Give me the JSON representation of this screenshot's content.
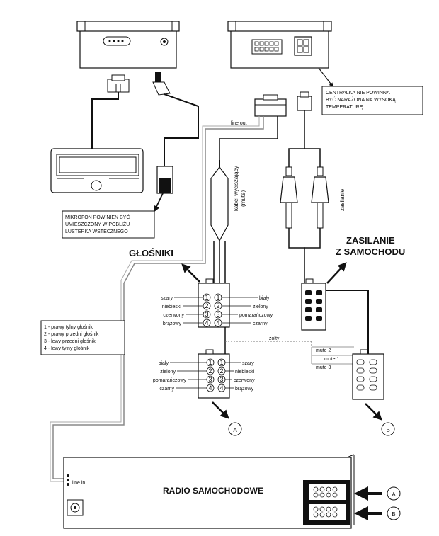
{
  "notes": {
    "centralka": [
      "CENTRALKA  NIE  POWINNA",
      "BYĆ NARAŻONA NA WYSOKĄ",
      "TEMPERATURĘ"
    ],
    "mikrofon": [
      "MIKROFON POWINIEN BYĆ",
      "UMIESZCZONY W POBLIŻU",
      "LUSTERKA WSTECZNEGO"
    ]
  },
  "labels": {
    "line_out": "line out",
    "kabel": [
      "kabel wyciszający",
      "(mute)"
    ],
    "zasilanie_vertical": "zasilanie",
    "glosniki": "GŁOŚNIKI",
    "zasilanie_z_samochodu": [
      "ZASILANIE",
      "Z SAMOCHODU"
    ],
    "zolty": "żółty",
    "mute_2": "mute 2",
    "mute_1": "mute 1",
    "mute_3": "mute 3",
    "line_in": "line in",
    "radio": "RADIO SAMOCHODOWE",
    "marker_a": "A",
    "marker_b": "B"
  },
  "legend": [
    "1 - prawy tylny głośnik",
    "2 - prawy przedni głośnik",
    "3 - lewy przedni głośnik",
    "4 - lewy tylny głośnik"
  ],
  "upper_connector": {
    "left": [
      "szary",
      "niebieski",
      "czerwony",
      "brązowy"
    ],
    "right": [
      "biały",
      "zielony",
      "pomarańczowy",
      "czarny"
    ],
    "pins": [
      "1",
      "2",
      "3",
      "4"
    ]
  },
  "lower_connector": {
    "left": [
      "biały",
      "zielony",
      "pomarańczowy",
      "czarny"
    ],
    "right": [
      "szary",
      "niebieski",
      "czerwony",
      "brązowy"
    ],
    "pins": [
      "1",
      "2",
      "3",
      "4"
    ]
  }
}
